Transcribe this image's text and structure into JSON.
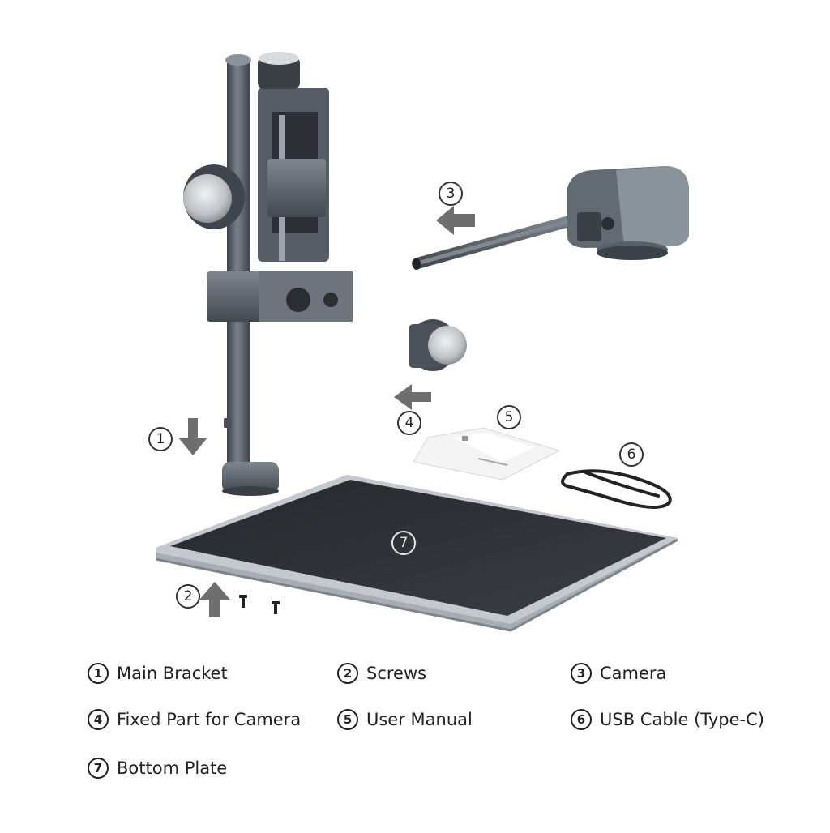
{
  "callouts": {
    "main_bracket": "1",
    "screws": "2",
    "camera": "3",
    "fixed_part": "4",
    "user_manual": "5",
    "usb_cable": "6",
    "bottom_plate": "7"
  },
  "legend": [
    {
      "num": "1",
      "label": "Main Bracket"
    },
    {
      "num": "2",
      "label": "Screws"
    },
    {
      "num": "3",
      "label": "Camera"
    },
    {
      "num": "4",
      "label": "Fixed Part for Camera"
    },
    {
      "num": "5",
      "label": "User Manual"
    },
    {
      "num": "6",
      "label": "USB Cable (Type-C)"
    },
    {
      "num": "7",
      "label": "Bottom Plate"
    }
  ],
  "colors": {
    "metal": "#5e6670",
    "metal_dark": "#3f454d",
    "plate_top": "#2b2d31",
    "plate_edge": "#9aa0a8",
    "arrow": "#6e6e6e"
  }
}
